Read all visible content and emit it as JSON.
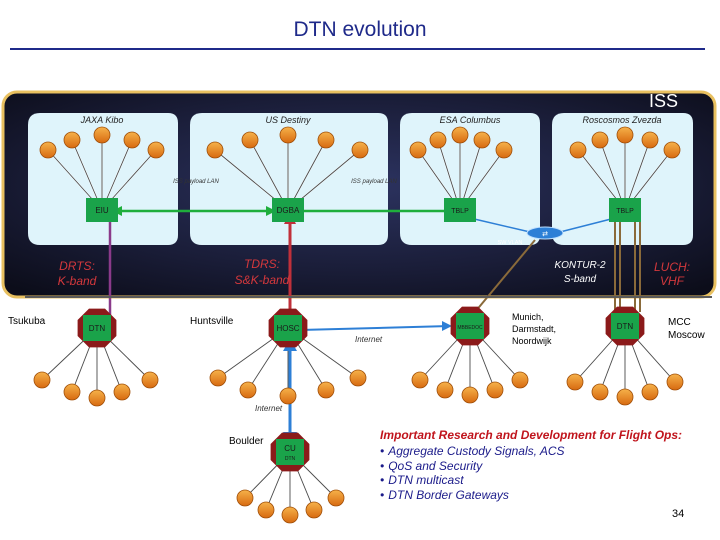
{
  "slide": {
    "title": "DTN evolution",
    "page_number": "34"
  },
  "iss": {
    "label": "ISS",
    "modules": {
      "kibo": "JAXA Kibo",
      "destiny": "US Destiny",
      "columbus": "ESA Columbus",
      "zvezda": "Roscosmos Zvezda"
    },
    "nodes": {
      "eiu": "EIU",
      "dgba": "DGBA",
      "tblp1": "TBLP",
      "tblp2": "TBLP",
      "switch": "SW VLAN"
    },
    "lan_labels": [
      "ISS payload LAN",
      "ISS payload LAN"
    ]
  },
  "links": {
    "drts": "DRTS: K-band",
    "tdrs": "TDRS: S&K-band",
    "kontur": "KONTUR-2 S-band",
    "luch": "LUCH: VHF",
    "internet_1": "Internet",
    "internet_2": "Internet"
  },
  "ground": {
    "tsukuba": "Tsukuba",
    "huntsville": "Huntsville",
    "munich": "Munich, Darmstadt, Noordwijk",
    "mcc": "MCC Moscow",
    "boulder": "Boulder",
    "dtn_tsukuba": "DTN",
    "hosc": "HOSC",
    "esa_node": "MBBEDOC",
    "dtn_moscow": "DTN",
    "cu": "CU",
    "cu_sub": "DTN"
  },
  "notes": {
    "heading": "Important Research and Development for Flight Ops:",
    "items": [
      "Aggregate Custody Signals, ACS",
      "QoS and Security",
      "DTN multicast",
      "DTN Border Gateways"
    ]
  },
  "colors": {
    "title": "#1f2a8a",
    "iss_frame": "#e8c060",
    "module_fill": "#dff4fb",
    "node_fill": "#1aa34a",
    "node_ring": "#8b1a1a",
    "leaf_fill": "#f08a1e",
    "link_green": "#1fae3c",
    "link_red": "#c0303a",
    "link_brown": "#8a6a3a",
    "link_blue": "#2d7fd6",
    "space_bg": "#14172a"
  }
}
